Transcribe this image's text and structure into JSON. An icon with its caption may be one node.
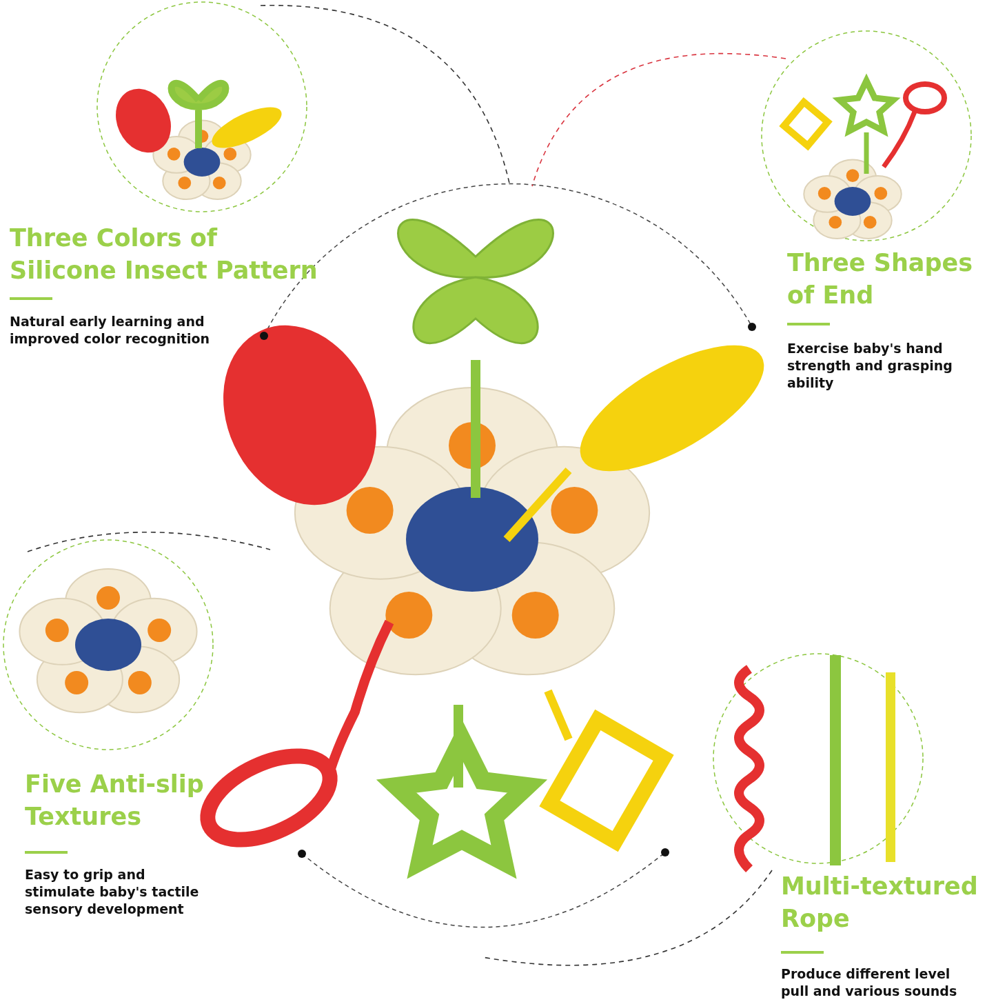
{
  "diagram": {
    "nodes": [
      {
        "text": [],
        "shape": "picture"
      },
      {
        "text": [
          "Three Colors of Silicone Insect Pattern",
          "Natural early learning and improved color recognition"
        ]
      },
      {
        "text": [
          "Three Shapes of End",
          "Exercise baby's hand strength and grasping ability"
        ]
      },
      {
        "text": [
          "Five Anti-slip Textures",
          "Easy to grip and stimulate baby's tactile sensory development"
        ]
      },
      {
        "text": [
          "Multi-textured Rope",
          "Produce different level pull and various sounds"
        ]
      }
    ],
    "edges": [
      {
        "from": 1,
        "to": 0,
        "arrow": "none",
        "style": "dashed"
      },
      {
        "from": 2,
        "to": 0,
        "arrow": "none",
        "style": "dashed",
        "color": "#d9343f"
      },
      {
        "from": 3,
        "to": 0,
        "arrow": "none",
        "style": "dashed"
      },
      {
        "from": 4,
        "to": 0,
        "arrow": "none",
        "style": "dashed"
      }
    ]
  }
}
